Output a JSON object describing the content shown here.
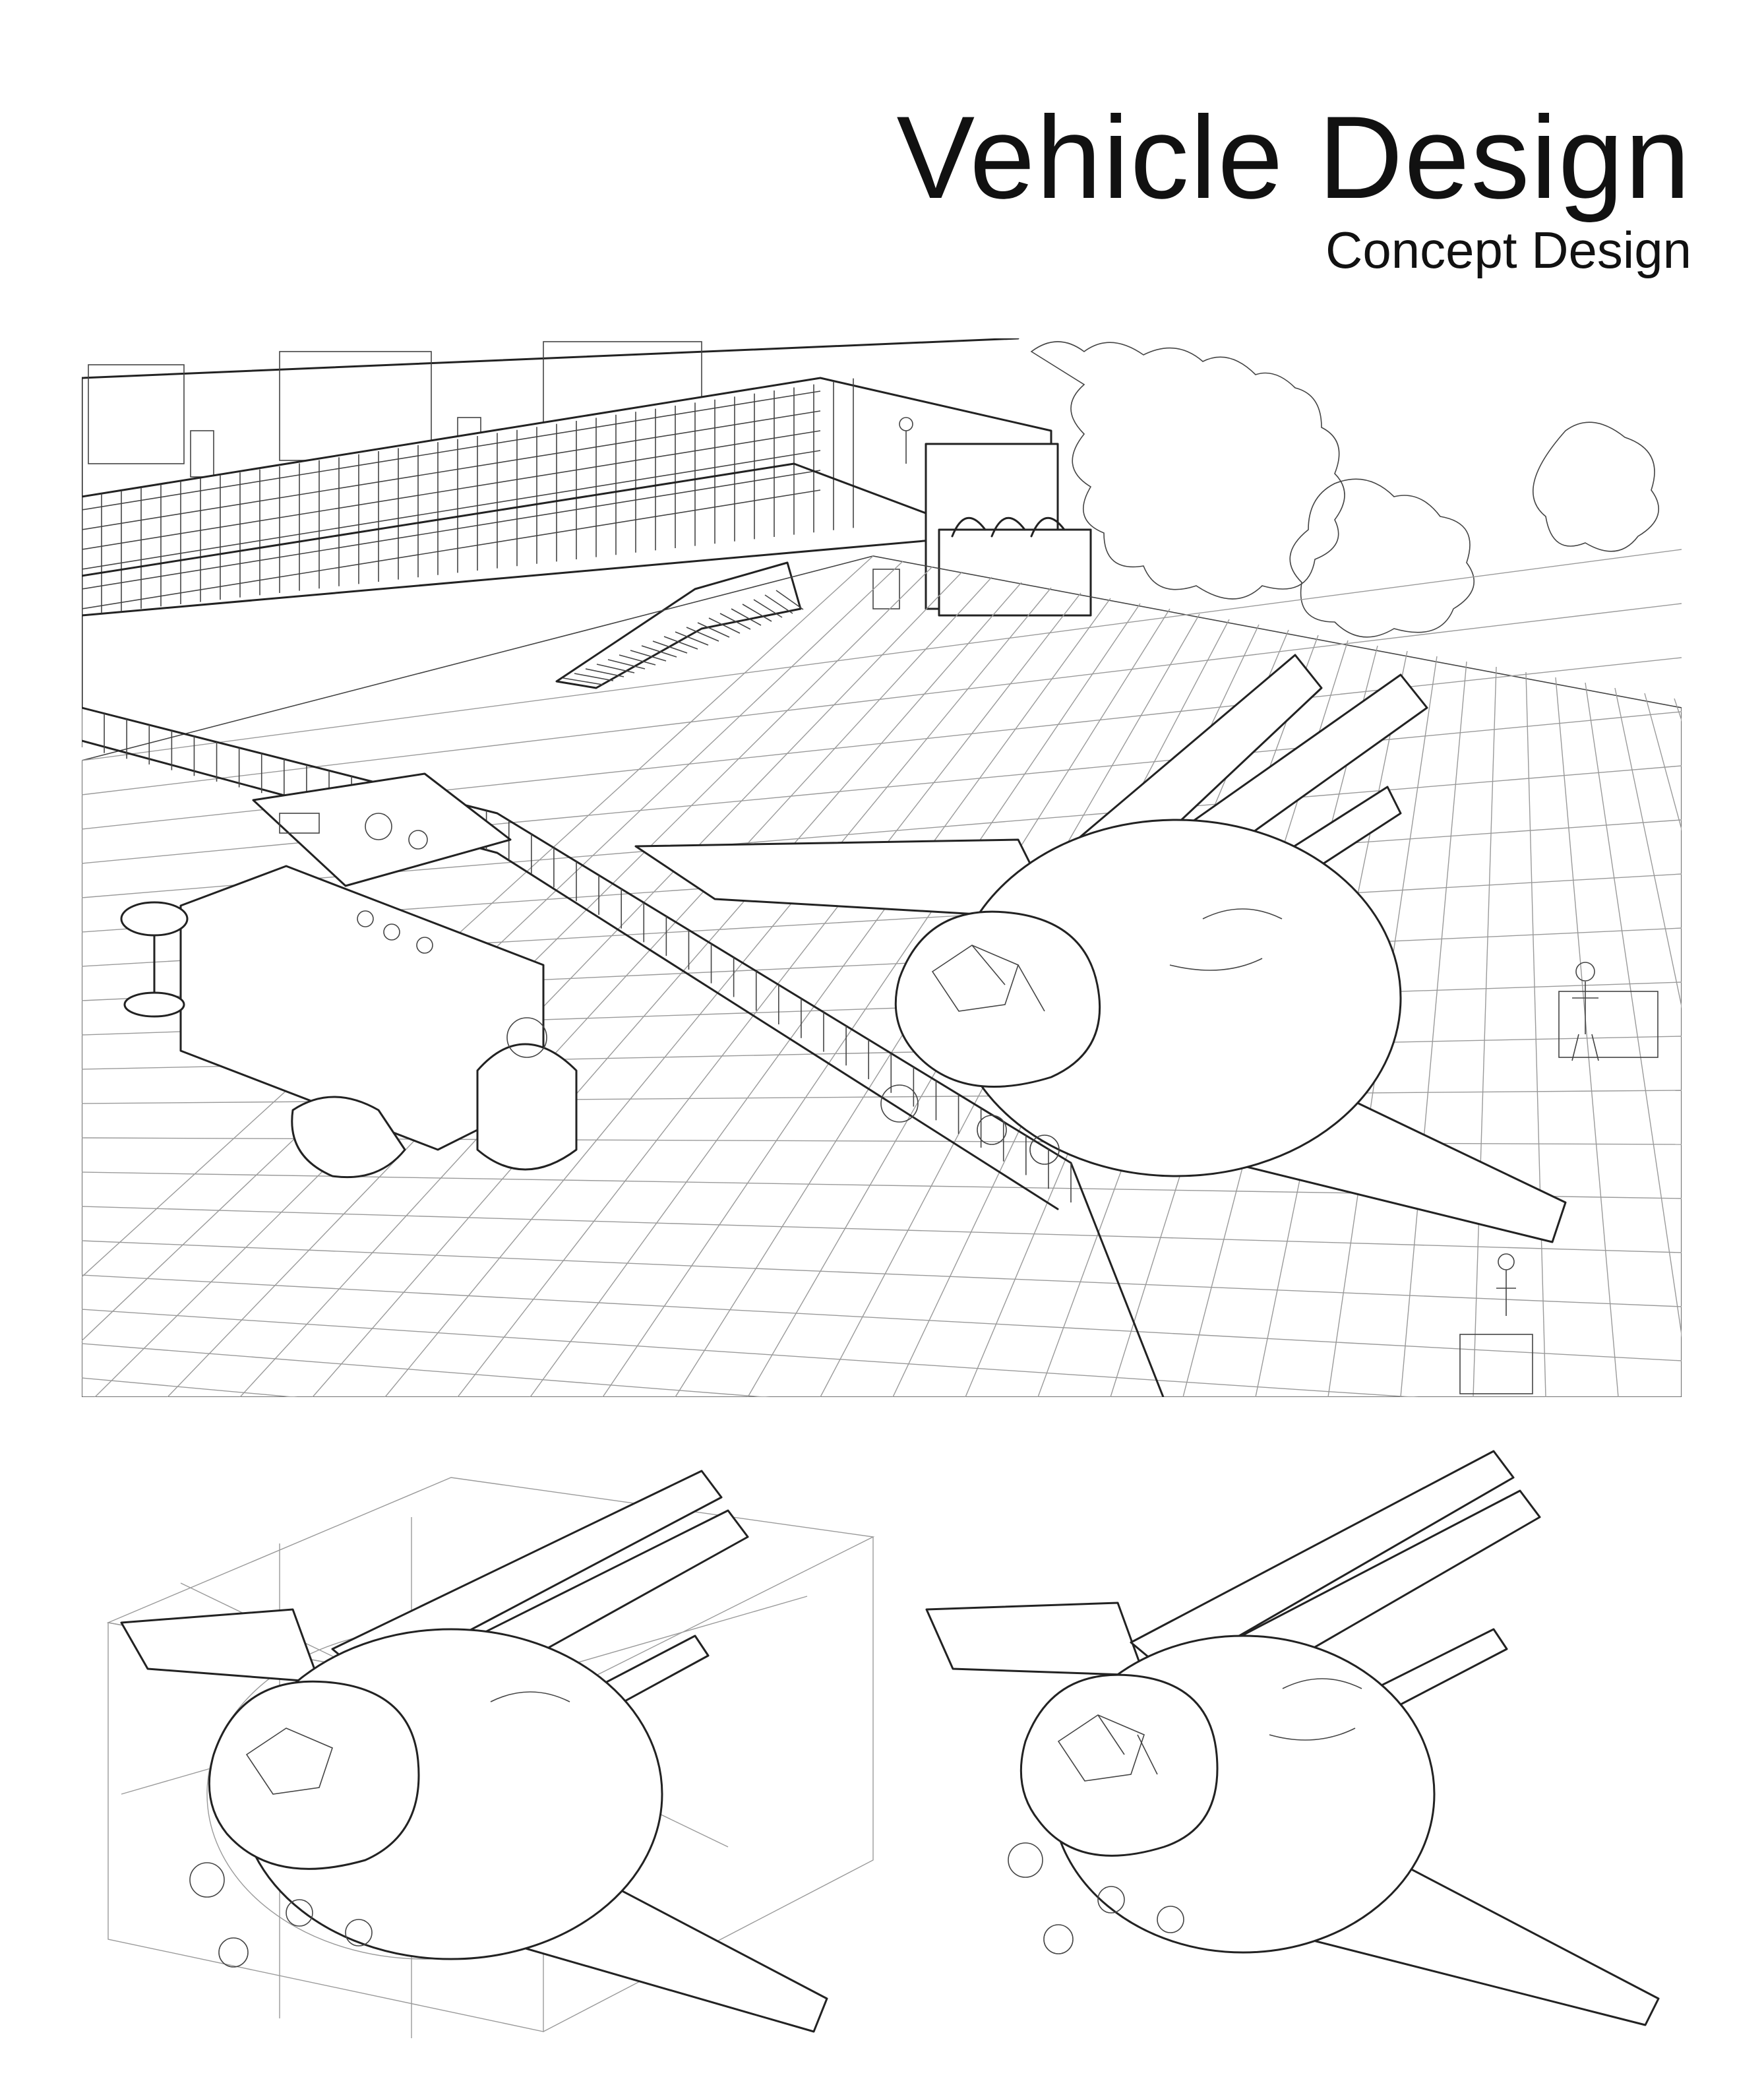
{
  "header": {
    "title": "Vehicle Design",
    "subtitle": "Concept Design"
  },
  "panels": {
    "scene_icon": "hangar-scene-illustration",
    "sketch_icon": "vehicle-construction-sketch",
    "clean_icon": "vehicle-clean-lineart"
  },
  "colors": {
    "background": "#ffffff",
    "ink": "#111111"
  }
}
